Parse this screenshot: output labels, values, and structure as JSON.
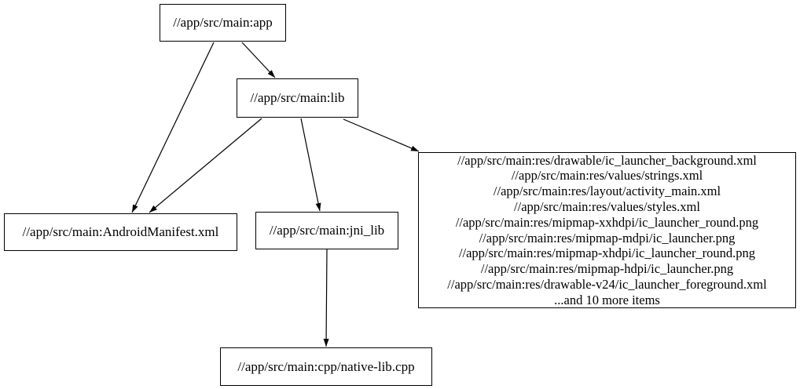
{
  "graph": {
    "background_color": "#ffffff",
    "node_border_color": "#000000",
    "node_fill_color": "#ffffff",
    "edge_color": "#000000",
    "text_color": "#000000",
    "nodes": {
      "app": {
        "label": "//app/src/main:app"
      },
      "lib": {
        "label": "//app/src/main:lib"
      },
      "android_manifest": {
        "label": "//app/src/main:AndroidManifest.xml"
      },
      "jni_lib": {
        "label": "//app/src/main:jni_lib"
      },
      "resources": {
        "lines": [
          "//app/src/main:res/drawable/ic_launcher_background.xml",
          "//app/src/main:res/values/strings.xml",
          "//app/src/main:res/layout/activity_main.xml",
          "//app/src/main:res/values/styles.xml",
          "//app/src/main:res/mipmap-xxhdpi/ic_launcher_round.png",
          "//app/src/main:res/mipmap-mdpi/ic_launcher.png",
          "//app/src/main:res/mipmap-xhdpi/ic_launcher_round.png",
          "//app/src/main:res/mipmap-hdpi/ic_launcher.png",
          "//app/src/main:res/drawable-v24/ic_launcher_foreground.xml",
          "...and 10 more items"
        ]
      },
      "native_lib_cpp": {
        "label": "//app/src/main:cpp/native-lib.cpp"
      }
    },
    "edges": [
      {
        "from": "//app/src/main:app",
        "to": "//app/src/main:lib"
      },
      {
        "from": "//app/src/main:app",
        "to": "//app/src/main:AndroidManifest.xml"
      },
      {
        "from": "//app/src/main:lib",
        "to": "//app/src/main:AndroidManifest.xml"
      },
      {
        "from": "//app/src/main:lib",
        "to": "//app/src/main:jni_lib"
      },
      {
        "from": "//app/src/main:lib",
        "to": "resources-group"
      },
      {
        "from": "//app/src/main:jni_lib",
        "to": "//app/src/main:cpp/native-lib.cpp"
      }
    ]
  }
}
